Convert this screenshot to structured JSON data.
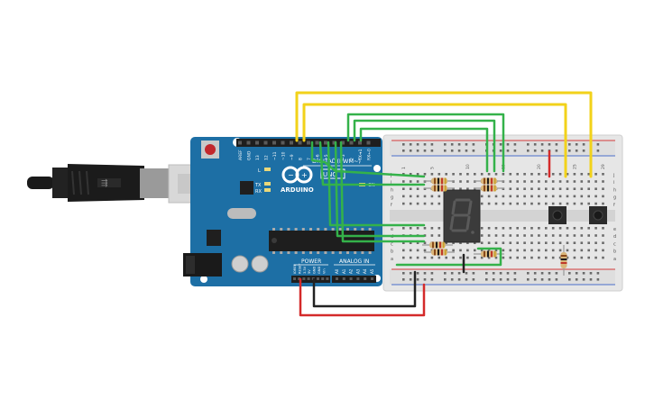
{
  "board": {
    "logo_text": "ARDUINO",
    "model_text": "UNO",
    "digital_label": "DIGITAL (PWM~)",
    "power_label": "POWER",
    "analog_label": "ANALOG IN",
    "on_label": "ON",
    "tx_label": "TX",
    "rx_label": "RX",
    "l_label": "L",
    "top_pin_labels": [
      "AREF",
      "GND",
      "13",
      "12",
      "~11",
      "~10",
      "~9",
      "8",
      "7",
      "~6",
      "~5",
      "4",
      "~3",
      "2",
      "TX➔1",
      "RX←0"
    ],
    "power_pin_labels": [
      "IOREF",
      "RESET",
      "3.3V",
      "5V",
      "GND",
      "GND",
      "Vin"
    ],
    "analog_pin_labels": [
      "A0",
      "A1",
      "A2",
      "A3",
      "A4",
      "A5"
    ]
  },
  "breadboard": {
    "col_numbers_top": [
      "1",
      "5",
      "10",
      "15",
      "20",
      "25",
      "29"
    ],
    "row_letters_top": [
      "j",
      "i",
      "h",
      "g",
      "f"
    ],
    "row_letters_bottom": [
      "e",
      "d",
      "c",
      "b",
      "a"
    ]
  },
  "colors": {
    "board": "#1d6fa5",
    "wire_yellow": "#f2d21a",
    "wire_green": "#34b24a",
    "wire_red": "#d42a2a",
    "wire_black": "#222222",
    "breadboard": "#e6e6e6"
  }
}
